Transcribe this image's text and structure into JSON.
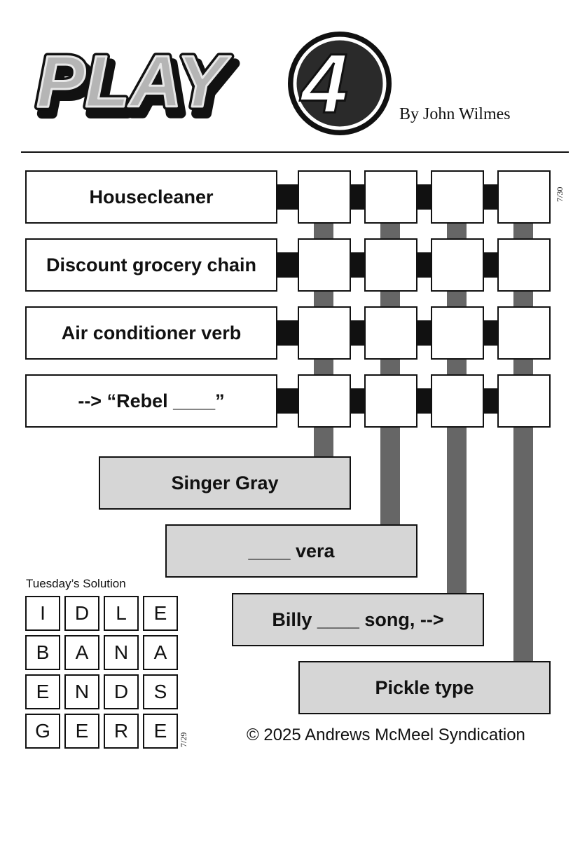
{
  "header": {
    "logo_text": "PLAY",
    "logo_number": "4",
    "byline": "By John Wilmes",
    "date": "7/30"
  },
  "across_clues": [
    "Housecleaner",
    "Discount grocery chain",
    "Air conditioner verb",
    "--> “Rebel ____”"
  ],
  "down_clues": [
    "Singer Gray",
    "____ vera",
    "Billy ____ song, -->",
    "Pickle type"
  ],
  "solution": {
    "title": "Tuesday’s Solution",
    "date": "7/29",
    "rows": [
      [
        "I",
        "D",
        "L",
        "E"
      ],
      [
        "B",
        "A",
        "N",
        "A"
      ],
      [
        "E",
        "N",
        "D",
        "S"
      ],
      [
        "G",
        "E",
        "R",
        "E"
      ]
    ]
  },
  "copyright": "© 2025 Andrews McMeel Syndication",
  "colors": {
    "grid_line": "#111111",
    "down_connector": "#666666",
    "down_clue_fill": "#d6d6d6"
  }
}
